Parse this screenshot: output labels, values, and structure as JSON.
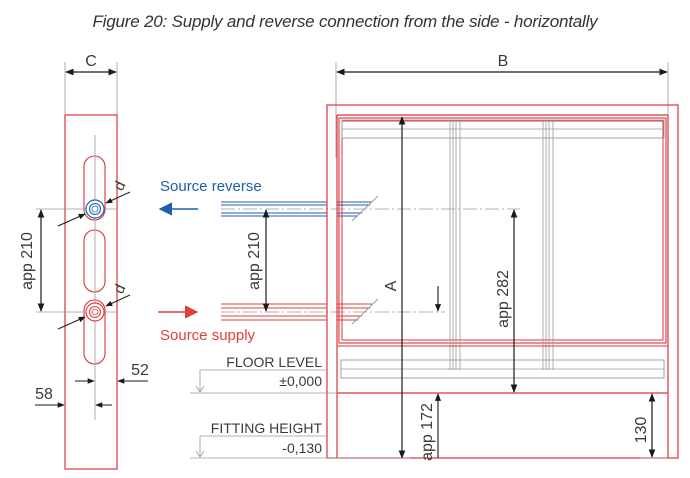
{
  "figure": {
    "caption": "Figure 20: Supply and reverse connection from the side - horizontally"
  },
  "side_view": {
    "width_label": "C",
    "pipe_diameter_label_top": "d",
    "pipe_diameter_label_bottom": "d",
    "pipe_spacing_label": "app 210",
    "offset_inner_label": "52",
    "offset_outer_label": "58"
  },
  "connections": {
    "reverse_label": "Source reverse",
    "supply_label": "Source supply",
    "pipe_spacing_label": "app 210",
    "reverse_color": "#1f5fa8",
    "supply_color": "#e0403a"
  },
  "front_view": {
    "width_label": "B",
    "height_label": "A",
    "pipe_height_label": "app 282",
    "floor_to_pipe_label": "app 172",
    "fitting_height_label": "130"
  },
  "levels": {
    "floor_title": "FLOOR LEVEL",
    "floor_value": "±0,000",
    "fitting_title": "FITTING HEIGHT",
    "fitting_value": "-0,130"
  },
  "colors": {
    "frame": "#d9363e",
    "line": "#9a9a9a",
    "dimension": "#1a1a1a"
  }
}
